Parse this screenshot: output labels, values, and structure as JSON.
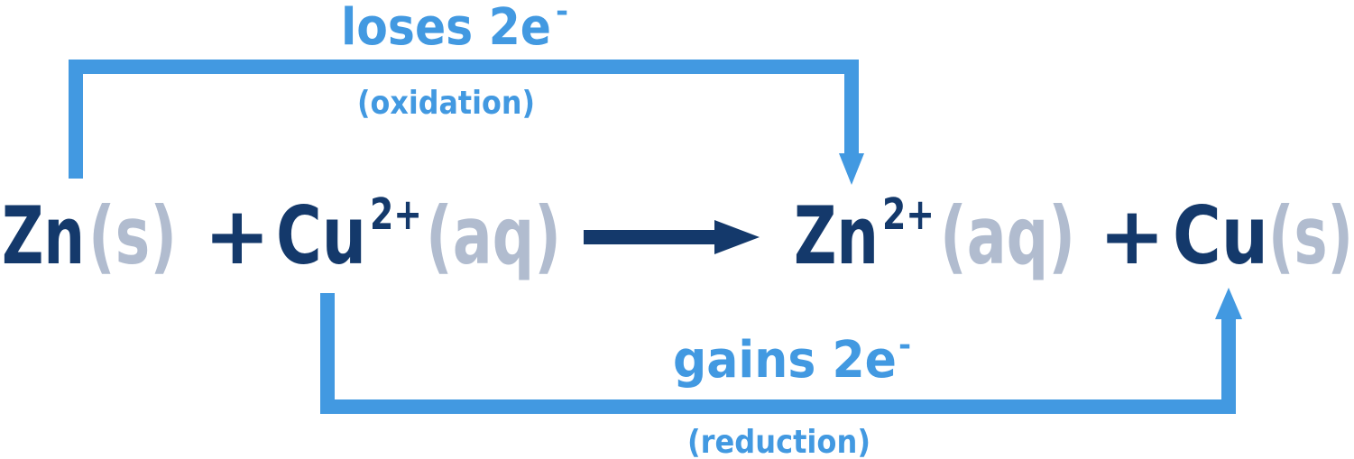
{
  "colors": {
    "species": "#14396b",
    "state": "#b1bccf",
    "annotation": "#4299e1",
    "reaction_arrow": "#14396b"
  },
  "equation": {
    "reactant1": {
      "symbol": "Zn",
      "state": "(s)"
    },
    "plus1": "+",
    "reactant2": {
      "symbol": "Cu",
      "charge": "2+",
      "state": "(aq)"
    },
    "product1": {
      "symbol": "Zn",
      "charge": "2+",
      "state": "(aq)"
    },
    "plus2": "+",
    "product2": {
      "symbol": "Cu",
      "state": "(s)"
    }
  },
  "oxidation": {
    "label": "loses 2e",
    "label_superscript": "-",
    "process": "(oxidation)"
  },
  "reduction": {
    "label": "gains 2e",
    "label_superscript": "-",
    "process": "(reduction)"
  }
}
